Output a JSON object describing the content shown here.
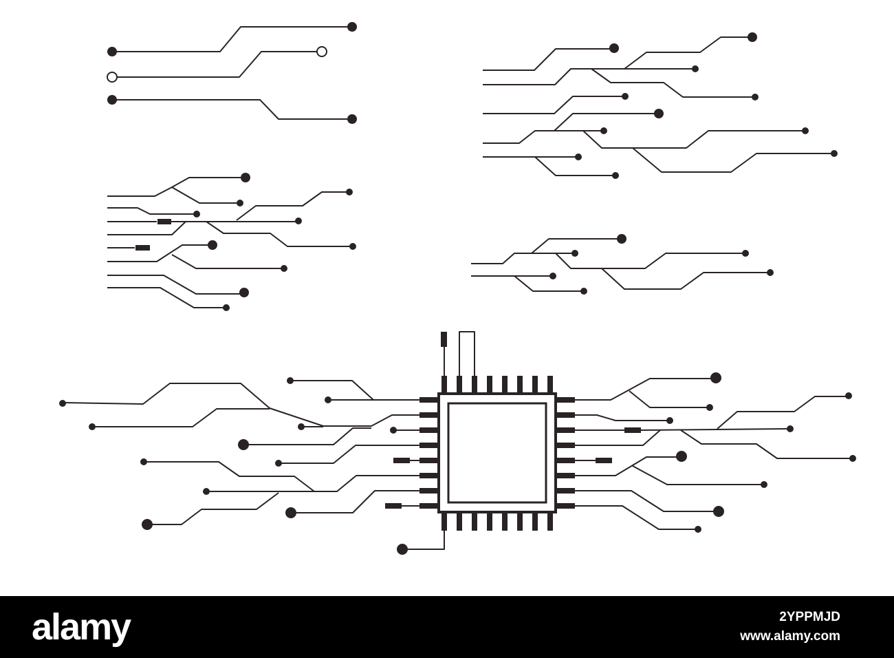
{
  "artwork": {
    "subject": "circuit-board-traces-with-microchip",
    "colors": {
      "background": "#ffffff",
      "ink": "#2a2323",
      "footer_background": "#000000",
      "footer_text": "#ffffff"
    }
  },
  "footer": {
    "brand": "alamy",
    "stock_id": "2YPPMJD",
    "url": "www.alamy.com"
  }
}
